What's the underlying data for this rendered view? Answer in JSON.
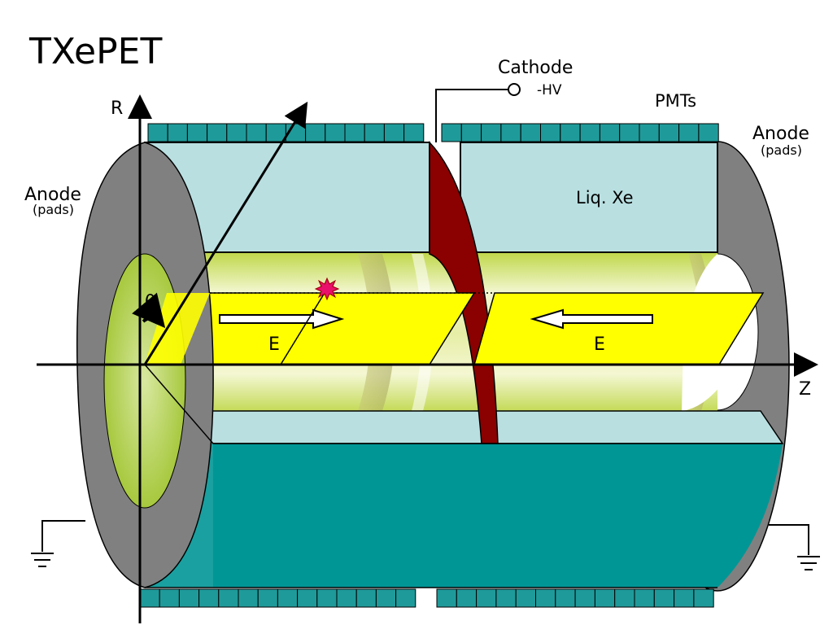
{
  "title": "TXePET",
  "cathode": {
    "label": "Cathode",
    "voltage": "-HV"
  },
  "pmts_label": "PMTs",
  "anode_left": {
    "label": "Anode",
    "sub": "(pads)"
  },
  "anode_right": {
    "label": "Anode",
    "sub": "(pads)"
  },
  "liquid_label": "Liq. Xe",
  "axes": {
    "r": "R",
    "z": "Z",
    "theta": "θ"
  },
  "field_left": "E",
  "field_right": "E",
  "colors": {
    "pmt": "#1f9a9a",
    "liquid_top": "#b9dfe1",
    "liquid_bottom": "#009696",
    "cathode": "#8b0000",
    "anode_ring": "#808080",
    "field_plane": "#ffff00",
    "inner_volume": "#cfe080",
    "spark": "#e8106a"
  },
  "icons": [
    "ground-icon",
    "arrow-icon",
    "spark-icon",
    "rotation-arrow-icon"
  ]
}
